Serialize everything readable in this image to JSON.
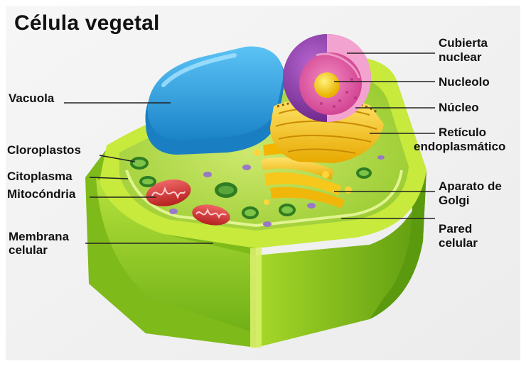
{
  "title": "Célula vegetal",
  "labels": {
    "vacuola": "Vacuola",
    "cloroplastos": "Cloroplastos",
    "citoplasma": "Citoplasma",
    "mitocondria": "Mitocóndria",
    "membrana_1": "Membrana",
    "membrana_2": "celular",
    "cubierta_1": "Cubierta",
    "cubierta_2": "nuclear",
    "nucleolo": "Nucleolo",
    "nucleo": "Núcleo",
    "reticulo_1": "Retículo",
    "reticulo_2": "endoplasmático",
    "aparato_1": "Aparato de",
    "aparato_2": "Golgi",
    "pared_1": "Pared",
    "pared_2": "celular"
  },
  "colors": {
    "background": "#f4f4f4",
    "cell_wall": "#9fd22a",
    "cell_wall_dark": "#5fa012",
    "cytoplasm": "#b7dd4e",
    "vacuole": "#2aa3e6",
    "nucleus_outer": "#8a3aa8",
    "nucleus_inner": "#e05ca6",
    "nucleolus": "#f5d21a",
    "er": "#f2c21d",
    "golgi": "#f7c81c",
    "mitochondria": "#d93a3a",
    "chloroplast": "#3e9a2c",
    "leader_line": "#222222"
  }
}
